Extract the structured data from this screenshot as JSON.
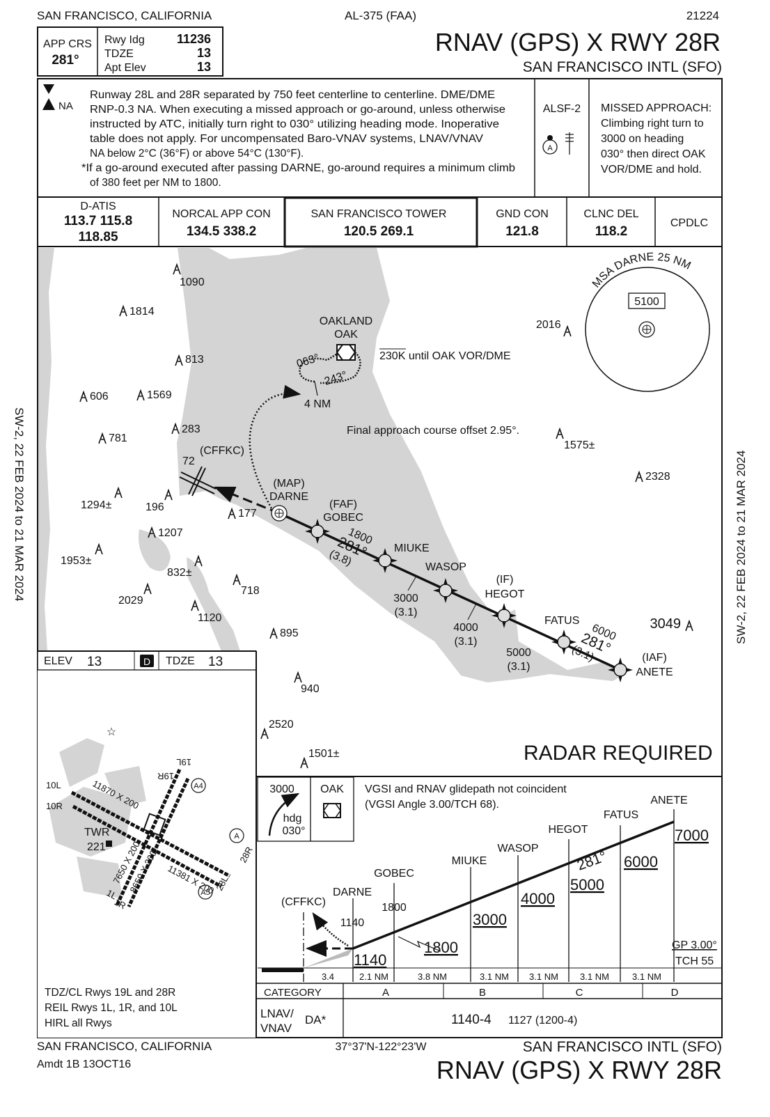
{
  "header": {
    "location": "SAN FRANCISCO, CALIFORNIA",
    "chart_id": "AL-375 (FAA)",
    "cycle": "21224",
    "title": "RNAV (GPS) X RWY 28R",
    "airport": "SAN FRANCISCO INTL (SFO)"
  },
  "briefing": {
    "app_crs_label": "APP CRS",
    "app_crs": "281°",
    "rwy_ldg_label": "Rwy Idg",
    "rwy_ldg": "11236",
    "tdze_label": "TDZE",
    "tdze": "13",
    "apt_elev_label": "Apt Elev",
    "apt_elev": "13"
  },
  "notes": {
    "alt_na": "NA",
    "lines": [
      "Runway 28L and 28R separated by 750 feet centerline to centerline.  DME/DME",
      "RNP-0.3 NA.  When executing a missed approach or go-around, unless otherwise",
      "instructed by ATC, initially turn right to 030° utilizing heading mode.  Inoperative",
      "table does not apply.  For uncompensated Baro-VNAV systems, LNAV/VNAV",
      "NA below 2°C (36°F) or above 54°C (130°F).",
      "*If a go-around executed after passing DARNE, go-around requires a minimum climb",
      "of 380 feet per NM to 1800."
    ],
    "lighting": "ALSF-2",
    "lighting_marker": "A",
    "missed_approach": [
      "MISSED APPROACH:",
      "Climbing right turn to",
      "3000 on heading",
      "030° then direct OAK",
      "VOR/DME and hold."
    ]
  },
  "comms": {
    "atis_label": "D-ATIS",
    "atis_freq1": "113.7  115.8",
    "atis_freq2": "118.85",
    "app_label": "NORCAL APP CON",
    "app_freq": "134.5  338.2",
    "twr_label": "SAN FRANCISCO TOWER",
    "twr_freq": "120.5  269.1",
    "gnd_label": "GND CON",
    "gnd_freq": "121.8",
    "clnc_label": "CLNC DEL",
    "clnc_freq": "118.2",
    "cpdlc": "CPDLC"
  },
  "side_text": "SW-2,  22 FEB 2024  to  21 MAR 2024",
  "plan": {
    "oak_name": "OAKLAND",
    "oak_id": "OAK",
    "speed_note": "230K until OAK VOR/DME",
    "hold_inbound": "063°",
    "hold_outbound": "243°",
    "hold_leg": "4 NM",
    "offset_note": "Final approach course offset 2.95°.",
    "msa_label": "MSA DARNE 25 NM",
    "msa_alt": "5100",
    "radar": "RADAR REQUIRED",
    "fixes": {
      "cffkc": "(CFFKC)",
      "rwy_hdg": "72",
      "darne_role": "(MAP)",
      "darne": "DARNE",
      "gobec_role": "(FAF)",
      "gobec": "GOBEC",
      "miuke": "MIUKE",
      "wasop": "WASOP",
      "hegot_role": "(IF)",
      "hegot": "HEGOT",
      "fatus": "FATUS",
      "anete_role": "(IAF)",
      "anete": "ANETE"
    },
    "legs": {
      "gobec_alt": "1800",
      "course1": "281°",
      "gobec_dist": "(3.8)",
      "wasop_alt": "3000",
      "wasop_dist": "(3.1)",
      "hegot_alt": "4000",
      "hegot_dist": "(3.1)",
      "fatus_alt": "5000",
      "fatus_dist": "(3.1)",
      "anete_alt": "6000",
      "course2": "281°",
      "anete_dist": "(3.1)"
    },
    "terrain": [
      "1090",
      "1814",
      "813",
      "606",
      "1569",
      "781",
      "283",
      "1294±",
      "196",
      "177",
      "1207",
      "1953±",
      "832±",
      "718",
      "2029",
      "1120",
      "895",
      "940",
      "2520",
      "1501±",
      "2016",
      "1575±",
      "2328",
      "3049"
    ]
  },
  "airport": {
    "elev_label": "ELEV",
    "elev": "13",
    "d_badge": "D",
    "tdze_label": "TDZE",
    "tdze": "13",
    "runways": [
      "10L",
      "10R",
      "19L",
      "19R",
      "28L",
      "28R",
      "1L",
      "1R"
    ],
    "dims": [
      "11870 X 200",
      "11381 X 200",
      "7650 X 200",
      "8650 X 200"
    ],
    "twr": "TWR",
    "twr_elev": "221",
    "lights": [
      "A4",
      "A5",
      "A"
    ],
    "notes": [
      "TDZ/CL Rwys 19L and 28R",
      "REIL Rwys 1L, 1R, and 10L",
      "HIRL all Rwys"
    ]
  },
  "profile": {
    "ma_alt": "3000",
    "ma_hdg1": "hdg",
    "ma_hdg2": "030°",
    "ma_fix": "OAK",
    "vgsi_note1": "VGSI and RNAV glidepath not coincident",
    "vgsi_note2": "(VGSI Angle 3.00/TCH 68).",
    "fixes": [
      "(CFFKC)",
      "DARNE",
      "GOBEC",
      "MIUKE",
      "WASOP",
      "HEGOT",
      "FATUS",
      "ANETE"
    ],
    "darne_alt": "1140",
    "gobec_alt_small": "1800",
    "alts": [
      "1140",
      "1800",
      "3000",
      "4000",
      "5000",
      "6000",
      "7000"
    ],
    "course": "281°",
    "gp": "GP 3.00°",
    "tch": "TCH 55",
    "distances": [
      "3.4",
      "2.1 NM",
      "3.8 NM",
      "3.1 NM",
      "3.1 NM",
      "3.1 NM",
      "3.1 NM"
    ]
  },
  "minimums": {
    "category_label": "CATEGORY",
    "categories": [
      "A",
      "B",
      "C",
      "D"
    ],
    "row_label1": "LNAV/",
    "row_label2": "VNAV",
    "row_type": "DA*",
    "da": "1140-4",
    "haa": "1127 (1200-4)"
  },
  "footer": {
    "location": "SAN FRANCISCO, CALIFORNIA",
    "amendment": "Amdt 1B  13OCT16",
    "coords": "37°37'N-122°23'W",
    "airport": "SAN FRANCISCO INTL (SFO)",
    "title": "RNAV (GPS) X RWY 28R"
  }
}
